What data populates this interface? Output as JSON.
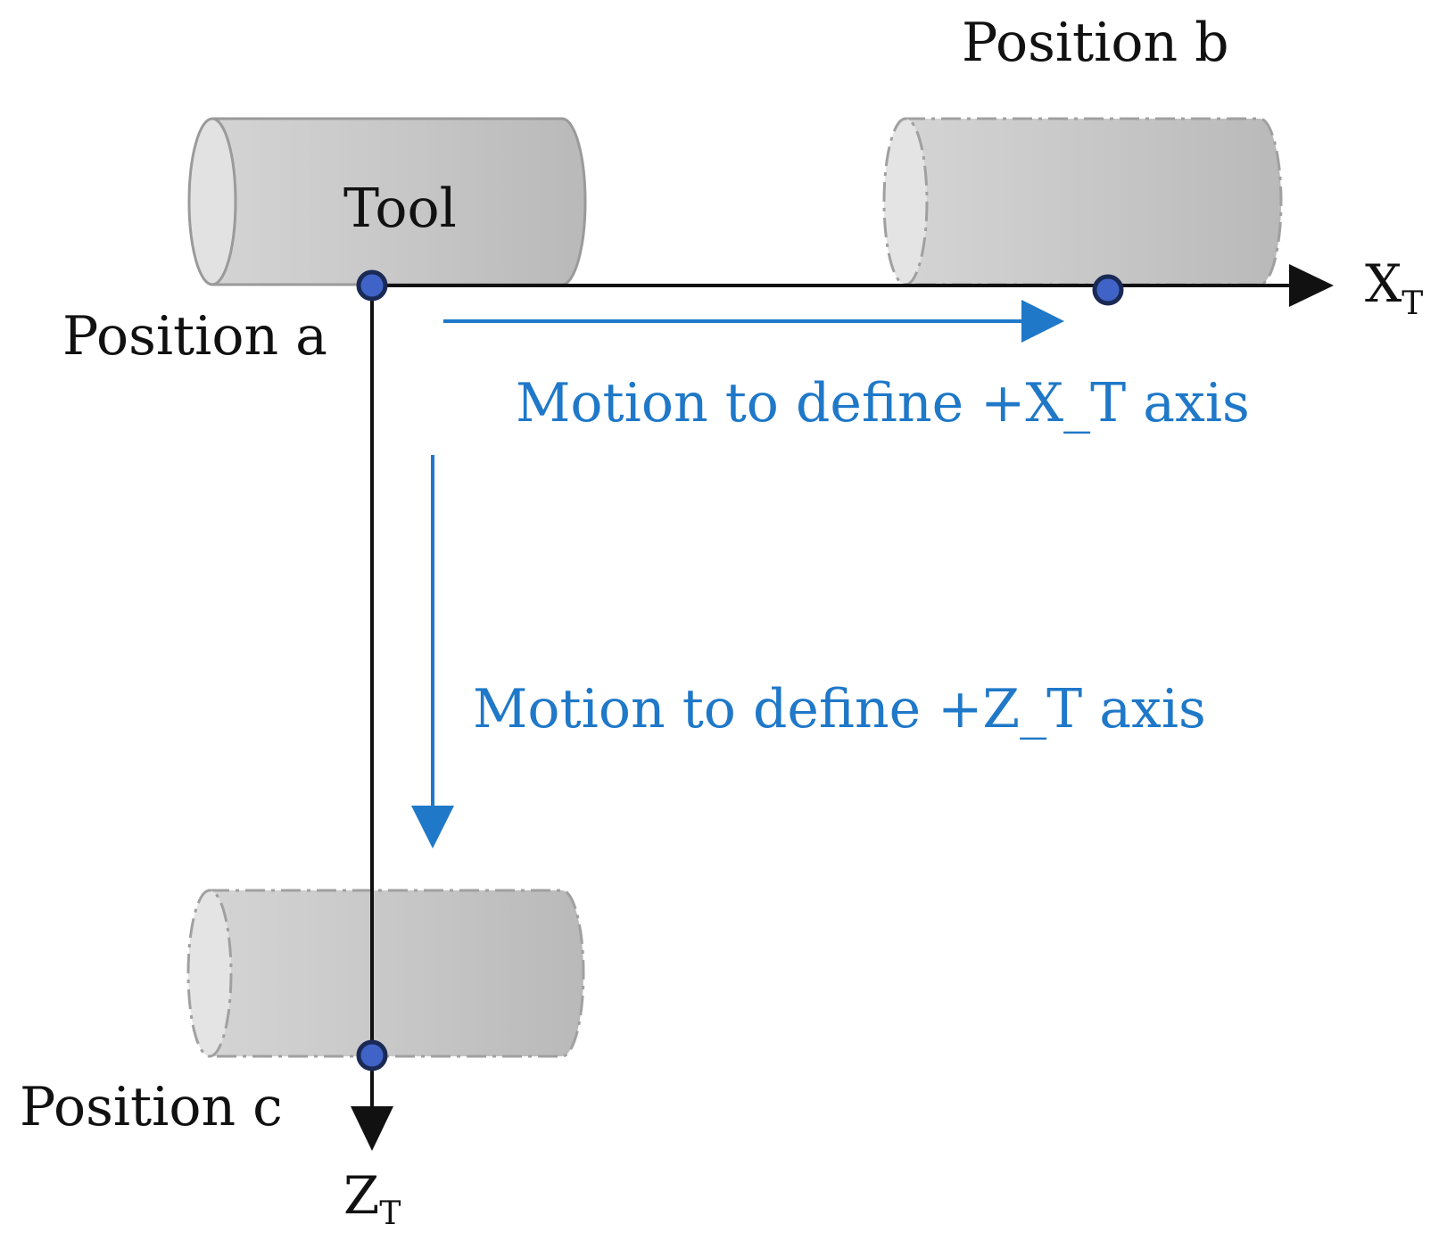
{
  "labels": {
    "tool": "Tool",
    "position_a": "Position a",
    "position_b": "Position b",
    "position_c": "Position c",
    "motion_x": "Motion to define +X_T axis",
    "motion_z": "Motion to define +Z_T axis"
  },
  "axes": {
    "x": {
      "main": "X",
      "sub": "T"
    },
    "z": {
      "main": "Z",
      "sub": "T"
    }
  },
  "colors": {
    "axis": "#111111",
    "motion": "#1f78c8",
    "point_fill": "#3f63c6",
    "point_stroke": "#1a2a55",
    "cylinder_body": "#c8c8c8",
    "cylinder_face": "#e2e2e2",
    "cylinder_outline": "#9a9a9a"
  },
  "icons": {
    "tool": "cylinder-solid",
    "position_b": "cylinder-dashdot",
    "position_c": "cylinder-dashdot"
  }
}
